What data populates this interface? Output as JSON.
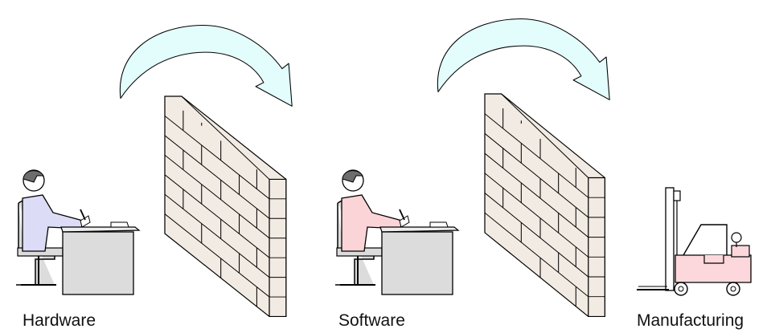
{
  "labels": {
    "hardware": "Hardware",
    "software": "Software",
    "manufacturing": "Manufacturing"
  },
  "colors": {
    "arrow_fill": "#e3fdfd",
    "brick_fill": "#f2ebe3",
    "hardware_shirt": "#dcdcf6",
    "software_shirt": "#fbd4d8",
    "forklift_body": "#fcd8dc",
    "desk_fill": "#dcdcdc",
    "outline": "#000000"
  },
  "icons": {
    "hardware_figure": "person-at-desk-icon",
    "software_figure": "person-at-desk-icon",
    "wall": "brick-wall-icon",
    "handoff_arrow": "curved-arrow-icon",
    "manufacturing_figure": "forklift-icon"
  }
}
